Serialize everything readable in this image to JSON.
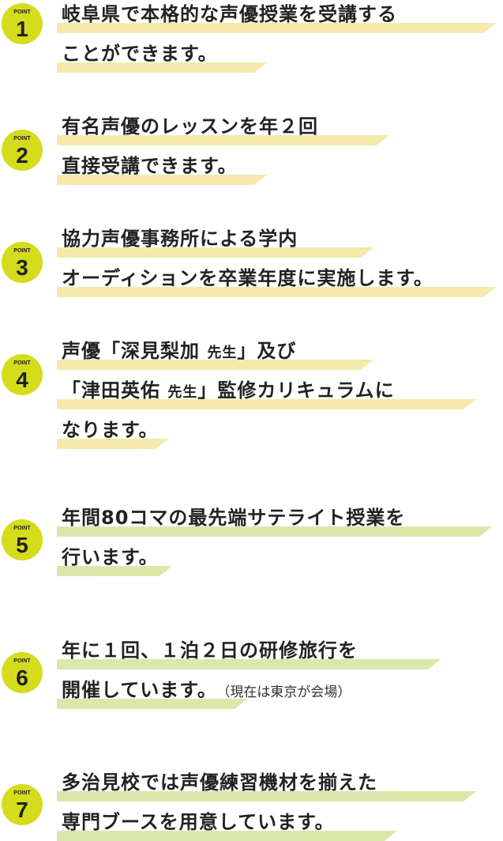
{
  "colors": {
    "badge_fill": "#d4dc1c",
    "badge_text": "#222222",
    "highlight_yellow": "#f3e9a8",
    "highlight_green": "#d9e7a6",
    "text": "#222222"
  },
  "points": [
    {
      "label": "POINT",
      "number": "1",
      "lines": [
        "岐阜県で本格的な声優授業を受講する",
        "ことができます。"
      ]
    },
    {
      "label": "POINT",
      "number": "2",
      "lines": [
        "有名声優のレッスンを年２回",
        "直接受講できます。"
      ]
    },
    {
      "label": "POINT",
      "number": "3",
      "lines": [
        "協力声優事務所による学内",
        "オーディションを卒業年度に実施します。"
      ]
    },
    {
      "label": "POINT",
      "number": "4",
      "line1_a": "声優「深見梨加 ",
      "line1_b": "先生",
      "line1_c": "」及び",
      "line2_a": "「津田英佑 ",
      "line2_b": "先生",
      "line2_c": "」監修カリキュラムに",
      "line3": "なります。"
    },
    {
      "label": "POINT",
      "number": "5",
      "lines": [
        "年間80コマの最先端サテライト授業を",
        "行います。"
      ]
    },
    {
      "label": "POINT",
      "number": "6",
      "lines": [
        "年に１回、１泊２日の研修旅行を",
        "開催しています。"
      ],
      "note": "（現在は東京が会場）"
    },
    {
      "label": "POINT",
      "number": "7",
      "lines": [
        "多治見校では声優練習機材を揃えた",
        "専門ブースを用意しています。"
      ]
    }
  ]
}
